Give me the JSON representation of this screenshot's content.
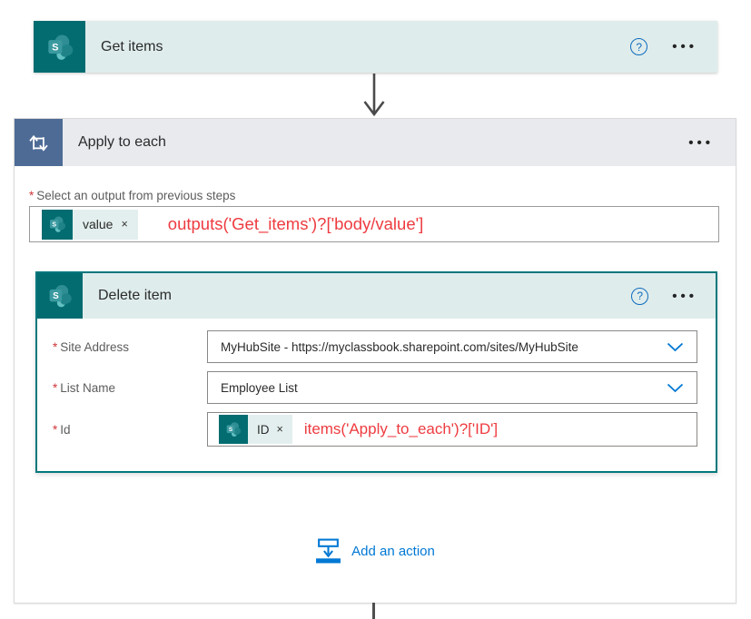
{
  "colors": {
    "sharepoint_teal": "#036C70",
    "sharepoint_header_bg": "#DFECEC",
    "token_chip_bg": "#E3EFEE",
    "scope_icon_blue": "#4E6B96",
    "scope_header_bg": "#E9EAEE",
    "expression_red": "#EE3B40",
    "accent_blue": "#0078D4",
    "delete_card_border": "#03787C",
    "required_red": "#D13438",
    "label_gray": "#5C5C5C",
    "input_border_gray": "#8A8886",
    "connector_gray": "#4A4A4A"
  },
  "icons": {
    "help": "?",
    "ellipsis": "•••",
    "required": "*",
    "remove_token": "×",
    "sharepoint_letter": "S"
  },
  "get_items": {
    "title": "Get items"
  },
  "apply_to_each": {
    "title": "Apply to each",
    "output_label": "Select an output from previous steps",
    "token_label": "value",
    "expression": "outputs('Get_items')?['body/value']",
    "add_action_label": "Add an action"
  },
  "delete_item": {
    "title": "Delete item",
    "site_address_label": "Site Address",
    "site_address_value": "MyHubSite - https://myclassbook.sharepoint.com/sites/MyHubSite",
    "list_name_label": "List Name",
    "list_name_value": "Employee List",
    "id_label": "Id",
    "id_token_label": "ID",
    "id_expression": "items('Apply_to_each')?['ID']"
  }
}
